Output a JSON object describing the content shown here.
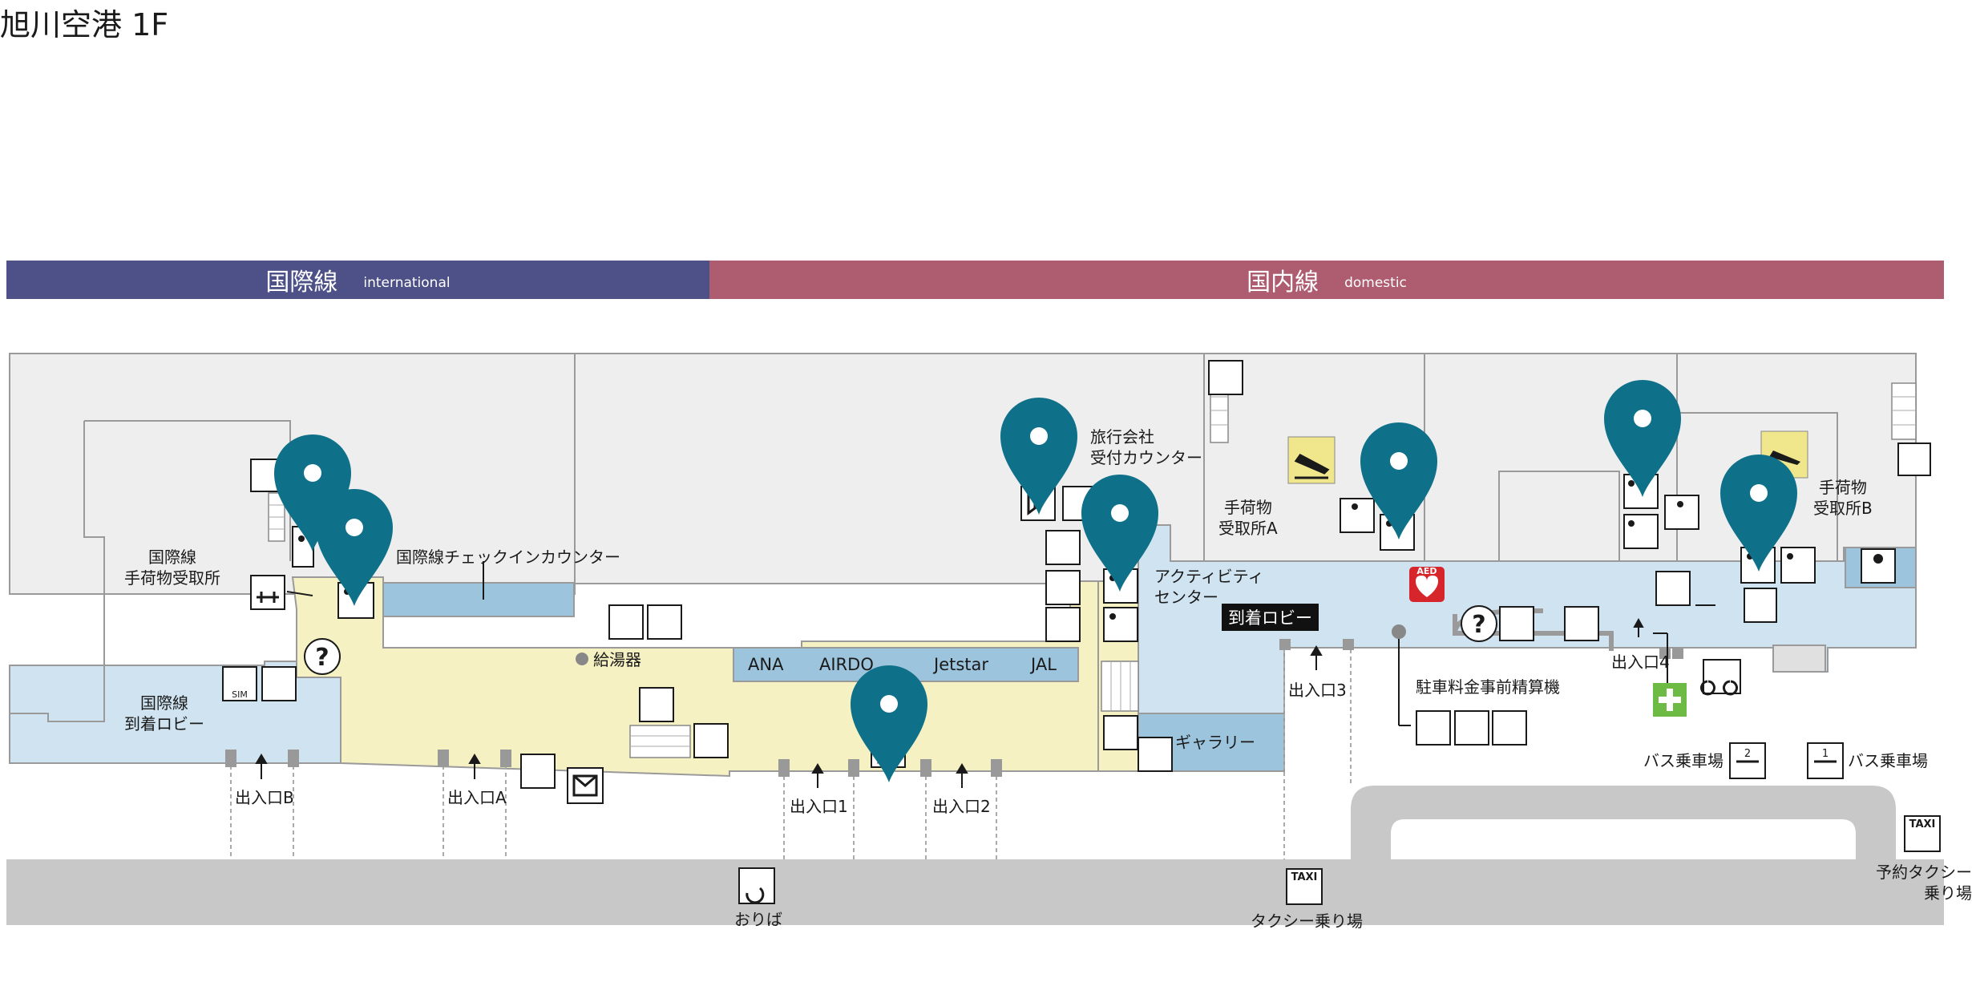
{
  "title": "旭川空港 1F",
  "bands": {
    "international": {
      "ja": "国際線",
      "en": "international",
      "color": "#4d5187"
    },
    "domestic": {
      "ja": "国内線",
      "en": "domestic",
      "color": "#ae5c6f"
    }
  },
  "colors": {
    "pin": "#0e7089",
    "lobby_blue": "#cfe3f0",
    "counter_blue": "#9cc4dc",
    "yellow_area": "#f5f1c2",
    "room_grey": "#eeeeee",
    "road_grey": "#c8c8c8",
    "first_aid": "#6dbb45",
    "aed": "#d6262c"
  },
  "labels": {
    "intl_baggage": "国際線\n手荷物受取所",
    "intl_checkin": "国際線チェックインカウンター",
    "intl_arrival": "国際線\n到着ロビー",
    "water_heater": "給湯器",
    "travel_agency": "旅行会社\n受付カウンター",
    "baggage_a": "手荷物\n受取所A",
    "baggage_b": "手荷物\n受取所B",
    "activity_center": "アクティビティ\nセンター",
    "arrival_lobby": "到着ロビー",
    "gallery": "ギャラリー",
    "parking_machine": "駐車料金事前精算機",
    "bus_stop_2": "バス乗車場",
    "bus_stop_1": "バス乗車場",
    "reserved_taxi": "予約タクシー\n乗り場",
    "taxi_stand": "タクシー乗り場",
    "drop_off": "おりば",
    "entrance_b": "出入口B",
    "entrance_a": "出入口A",
    "entrance_1": "出入口1",
    "entrance_2": "出入口2",
    "entrance_3": "出入口3",
    "entrance_4": "出入口4"
  },
  "airlines": [
    "ANA",
    "AIRDO",
    "Jetstar",
    "JAL"
  ],
  "icon_text": {
    "aed": "AED",
    "taxi": "TAXI",
    "sim": "SIM",
    "bus_2": "2",
    "bus_1": "1"
  },
  "pins": [
    "location-pin",
    "location-pin",
    "location-pin",
    "location-pin",
    "location-pin",
    "location-pin",
    "location-pin",
    "location-pin"
  ]
}
